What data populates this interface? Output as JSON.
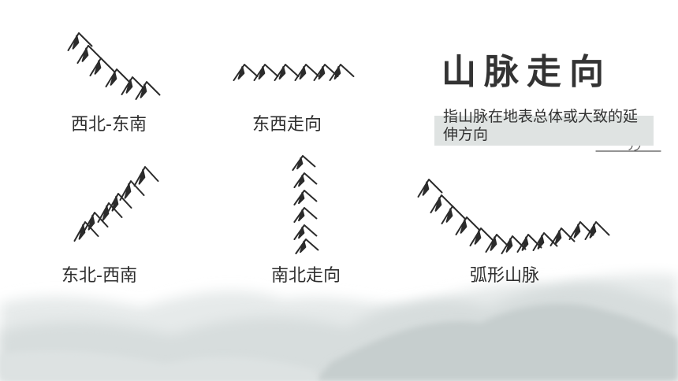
{
  "slide": {
    "title": "山脉走向",
    "definition": "指山脉在地表总体或大致的延伸方向",
    "labels": {
      "nw_se": "西北-东南",
      "e_w": "东西走向",
      "ne_sw": "东北-西南",
      "n_s": "南北走向",
      "arc": "弧形山脉"
    }
  },
  "colors": {
    "ink": "#2b2b2b",
    "definition_box": "#dfe3e2",
    "mist": "#c9cfcf"
  }
}
